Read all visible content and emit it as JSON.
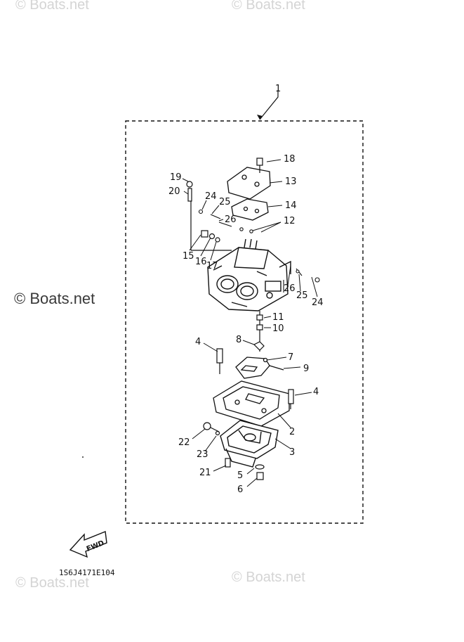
{
  "watermarks": {
    "top_left": "© Boats.net",
    "top_center": "© Boats.net",
    "side": "© Boats.net",
    "bottom_left": "© Boats.net",
    "bottom_center": "© Boats.net"
  },
  "diagram": {
    "part_code": "1S6J4171E104",
    "fwd_label": "FWD",
    "callouts": {
      "c1": "1",
      "c2": "2",
      "c3": "3",
      "c4a": "4",
      "c4b": "4",
      "c5": "5",
      "c6": "6",
      "c7": "7",
      "c8": "8",
      "c9": "9",
      "c10": "10",
      "c11": "11",
      "c12": "12",
      "c13": "13",
      "c14": "14",
      "c15": "15",
      "c16": "16",
      "c17": "17",
      "c18": "18",
      "c19": "19",
      "c20": "20",
      "c21": "21",
      "c22": "22",
      "c23": "23",
      "c24a": "24",
      "c24b": "24",
      "c25a": "25",
      "c25b": "25",
      "c26a": "26",
      "c26b": "26"
    }
  }
}
